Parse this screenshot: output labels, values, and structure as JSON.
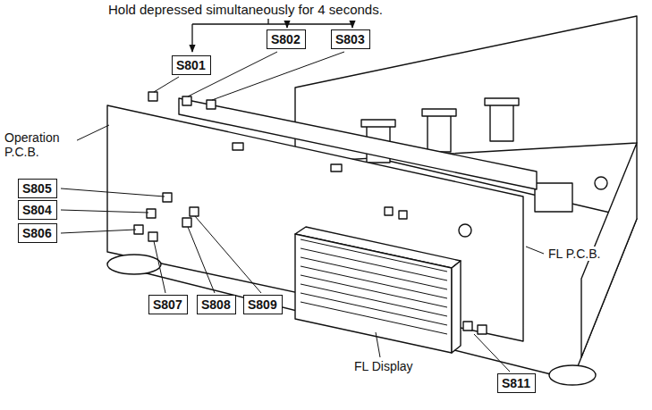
{
  "diagram": {
    "nodes": [
      {
        "text": [
          "S802"
        ]
      },
      {
        "text": [
          "S803"
        ]
      },
      {
        "text": [
          "S801"
        ]
      },
      {
        "text": [
          "S805"
        ]
      },
      {
        "text": [
          "S804"
        ]
      },
      {
        "text": [
          "S806"
        ]
      },
      {
        "text": [
          "S807"
        ]
      },
      {
        "text": [
          "S808"
        ]
      },
      {
        "text": [
          "S809"
        ]
      },
      {
        "text": [
          "S811"
        ]
      }
    ],
    "labels": [
      "Hold depressed simultaneously for 4 seconds.",
      "Operation P.C.B.",
      "FL P.C.B.",
      "FL Display"
    ]
  }
}
